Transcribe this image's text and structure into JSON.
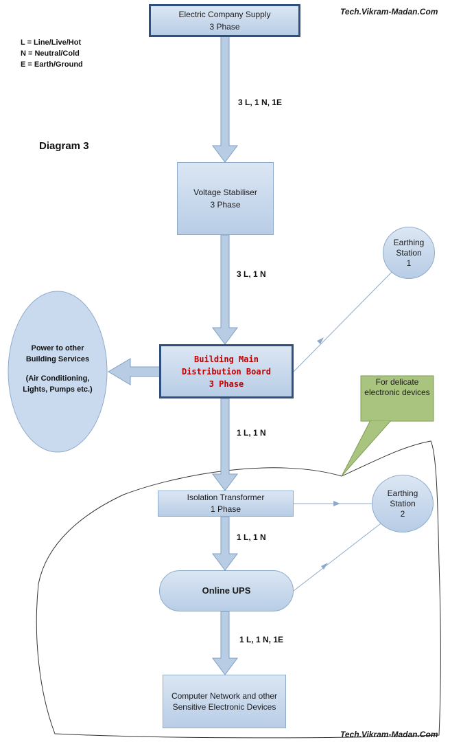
{
  "watermark_top": "Tech.Vikram-Madan.Com",
  "watermark_bottom": "Tech.Vikram-Madan.Com",
  "diagram_title": "Diagram 3",
  "legend": [
    "L = Line/Live/Hot",
    "N = Neutral/Cold",
    "E = Earth/Ground"
  ],
  "nodes": {
    "supply": {
      "line1": "Electric Company Supply",
      "line2": "3 Phase"
    },
    "stabiliser": {
      "line1": "Voltage Stabiliser",
      "line2": "3 Phase"
    },
    "main_board": {
      "line1": "Building Main",
      "line2": "Distribution Board",
      "line3": "3 Phase",
      "text_color": "#c00000"
    },
    "other_services": {
      "line1": "Power to other",
      "line2": "Building Services",
      "line3": "(Air Conditioning,",
      "line4": "Lights, Pumps etc.)"
    },
    "isolation": {
      "line1": "Isolation Transformer",
      "line2": "1 Phase"
    },
    "ups": {
      "label": "Online UPS"
    },
    "network": {
      "line1": "Computer Network and other",
      "line2": "Sensitive Electronic Devices"
    },
    "earthing1": {
      "line1": "Earthing",
      "line2": "Station",
      "line3": "1"
    },
    "earthing2": {
      "line1": "Earthing",
      "line2": "Station",
      "line3": "2"
    }
  },
  "wire_labels": {
    "supply_to_stabiliser": "3 L, 1 N, 1E",
    "stabiliser_to_board": "3 L, 1 N",
    "board_to_isolation": "1 L, 1 N",
    "isolation_to_ups": "1 L, 1 N",
    "ups_to_network": "1 L, 1 N, 1E"
  },
  "callout": {
    "text": "For delicate electronic devices",
    "color": "#a9c47f"
  },
  "colors": {
    "arrow_fill": "#b8cce4",
    "arrow_stroke": "#7f9fc4",
    "box_border": "#2f4f7f"
  }
}
